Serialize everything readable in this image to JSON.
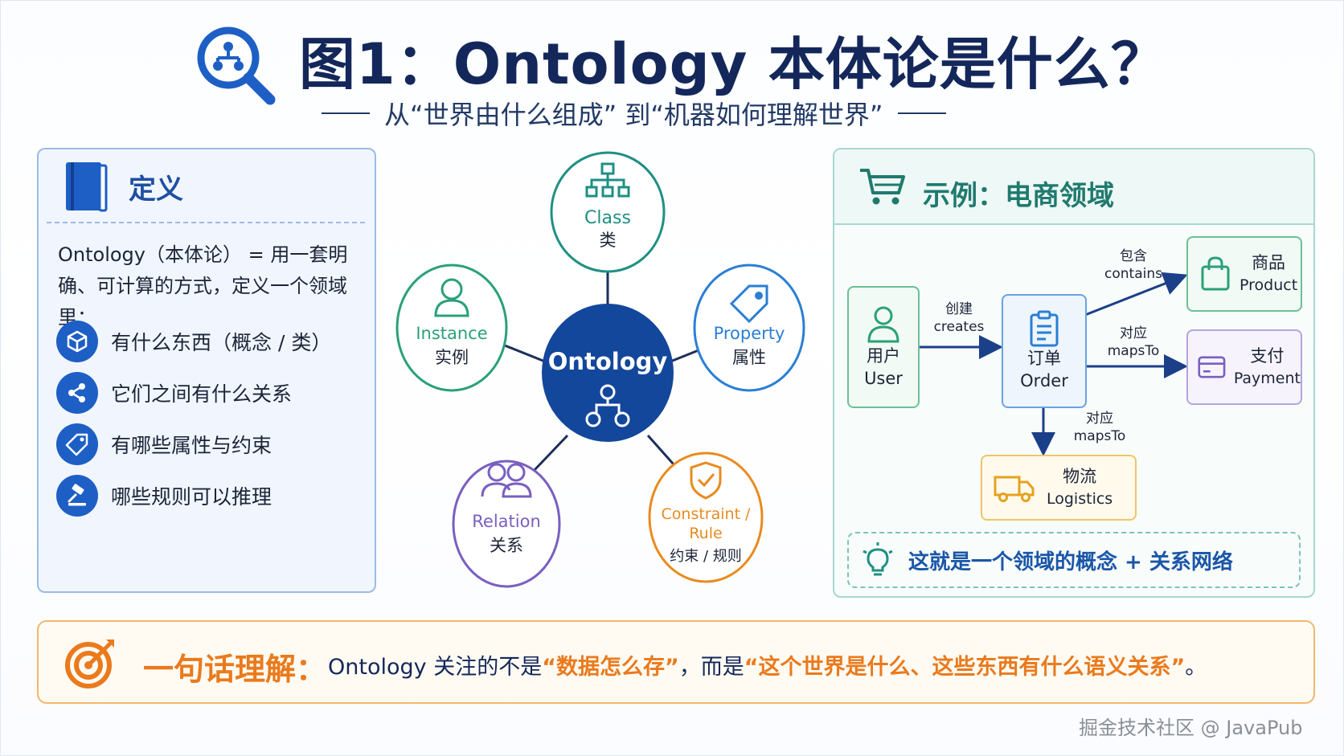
{
  "header": {
    "title": "图1：Ontology 本体论是什么？",
    "subtitle": "从“世界由什么组成” 到“机器如何理解世界”"
  },
  "definition": {
    "title": "定义",
    "text": "Ontology（本体论） = 用一套明确、可计算的方式，定义一个领域里：",
    "items": [
      {
        "label": "有什么东西（概念 / 类）",
        "icon": "cube-icon"
      },
      {
        "label": "它们之间有什么关系",
        "icon": "share-icon"
      },
      {
        "label": "有哪些属性与约束",
        "icon": "tag-icon"
      },
      {
        "label": "哪些规则可以推理",
        "icon": "gavel-icon"
      }
    ]
  },
  "diagram": {
    "center": "Ontology",
    "nodes": [
      {
        "en": "Class",
        "zh": "类",
        "color": "#1f8f83",
        "icon": "hierarchy-icon"
      },
      {
        "en": "Instance",
        "zh": "实例",
        "color": "#2aa07a",
        "icon": "person-icon"
      },
      {
        "en": "Property",
        "zh": "属性",
        "color": "#2a7fd4",
        "icon": "tag-icon"
      },
      {
        "en": "Relation",
        "zh": "关系",
        "color": "#7a5fc0",
        "icon": "people-icon"
      },
      {
        "en": "Constraint /",
        "en2": "Rule",
        "zh": "约束 / 规则",
        "color": "#e98a1e",
        "icon": "shield-check-icon"
      }
    ]
  },
  "example": {
    "title": "示例：电商领域",
    "entities": {
      "user": {
        "zh": "用户",
        "en": "User"
      },
      "order": {
        "zh": "订单",
        "en": "Order"
      },
      "product": {
        "zh": "商品",
        "en": "Product"
      },
      "payment": {
        "zh": "支付",
        "en": "Payment"
      },
      "logistics": {
        "zh": "物流",
        "en": "Logistics"
      }
    },
    "edges": {
      "creates": {
        "zh": "创建",
        "en": "creates"
      },
      "contains": {
        "zh": "包含",
        "en": "contains"
      },
      "maps_payment": {
        "zh": "对应",
        "en": "mapsTo"
      },
      "maps_logistics": {
        "zh": "对应",
        "en": "mapsTo"
      }
    },
    "tip": "这就是一个领域的概念 + 关系网络"
  },
  "summary": {
    "head": "一句话理解：",
    "t1": "Ontology 关注的不是",
    "h1": "“数据怎么存”",
    "t2": "，而是",
    "h2": "“这个世界是什么、这些东西有什么语义关系”",
    "t3": "。"
  },
  "watermark": "掘金技术社区 @ JavaPub",
  "colors": {
    "navy": "#14275a",
    "blue": "#1d5fc5",
    "teal": "#1f7a6e",
    "orange": "#ea7a1c"
  }
}
